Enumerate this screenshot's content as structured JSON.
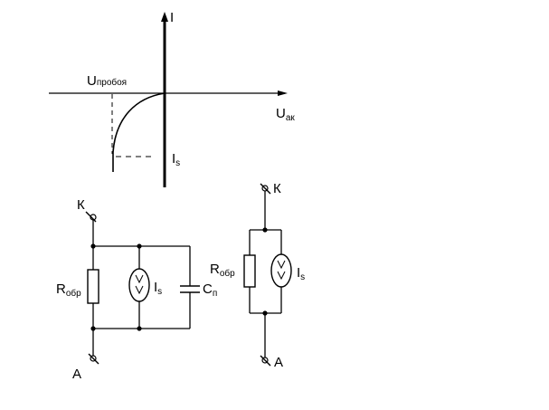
{
  "graph": {
    "current_axis": "I",
    "voltage_axis": {
      "main": "U",
      "sub": "ак"
    },
    "breakdown_voltage": {
      "main": "U",
      "sub": "пробоя"
    },
    "saturation_current": {
      "main": "I",
      "sub": "s"
    }
  },
  "circuit_left": {
    "cathode": "К",
    "anode": "А",
    "resistor": {
      "main": "R",
      "sub": "обр"
    },
    "source": {
      "main": "I",
      "sub": "s"
    },
    "capacitor": {
      "main": "C",
      "sub": "п"
    }
  },
  "circuit_right": {
    "cathode": "К",
    "anode": "А",
    "resistor": {
      "main": "R",
      "sub": "обр"
    },
    "source": {
      "main": "I",
      "sub": "s"
    }
  }
}
